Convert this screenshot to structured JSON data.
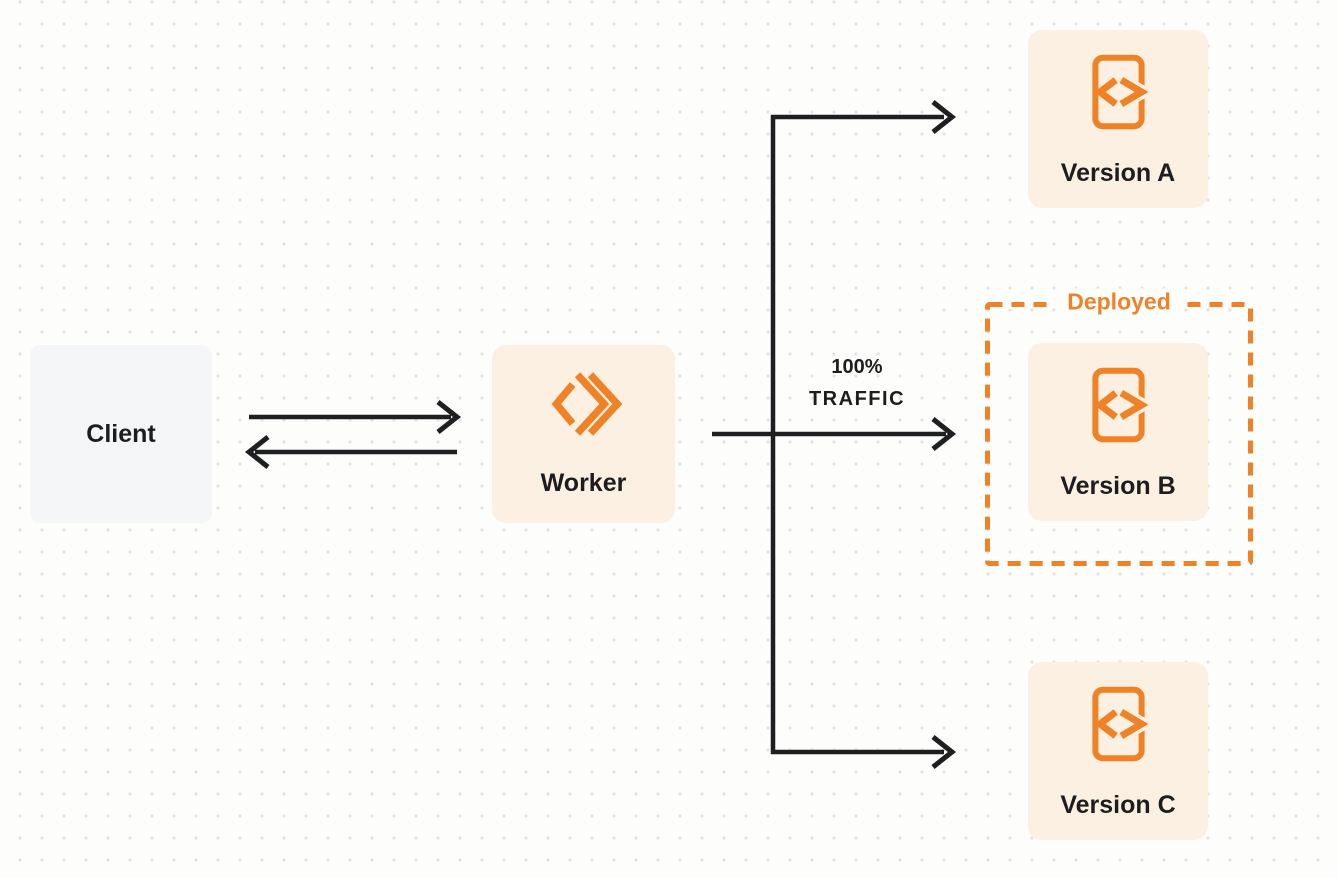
{
  "diagram": {
    "client": {
      "label": "Client"
    },
    "worker": {
      "label": "Worker",
      "icon": "workers-logo-icon"
    },
    "traffic": {
      "line1": "100%",
      "line2": "TRAFFIC"
    },
    "deployed": {
      "label": "Deployed"
    },
    "versions": [
      {
        "label": "Version A",
        "icon": "code-file-icon"
      },
      {
        "label": "Version B",
        "icon": "code-file-icon",
        "deployed": true
      },
      {
        "label": "Version C",
        "icon": "code-file-icon"
      }
    ],
    "colors": {
      "accent_orange": "#EF8227",
      "node_cream": "#FBF0E1",
      "client_gray": "#F5F6F7",
      "arrow_black": "#1E1F20",
      "background": "#FDFDFC",
      "dot_grid": "#E3E3E5"
    }
  }
}
